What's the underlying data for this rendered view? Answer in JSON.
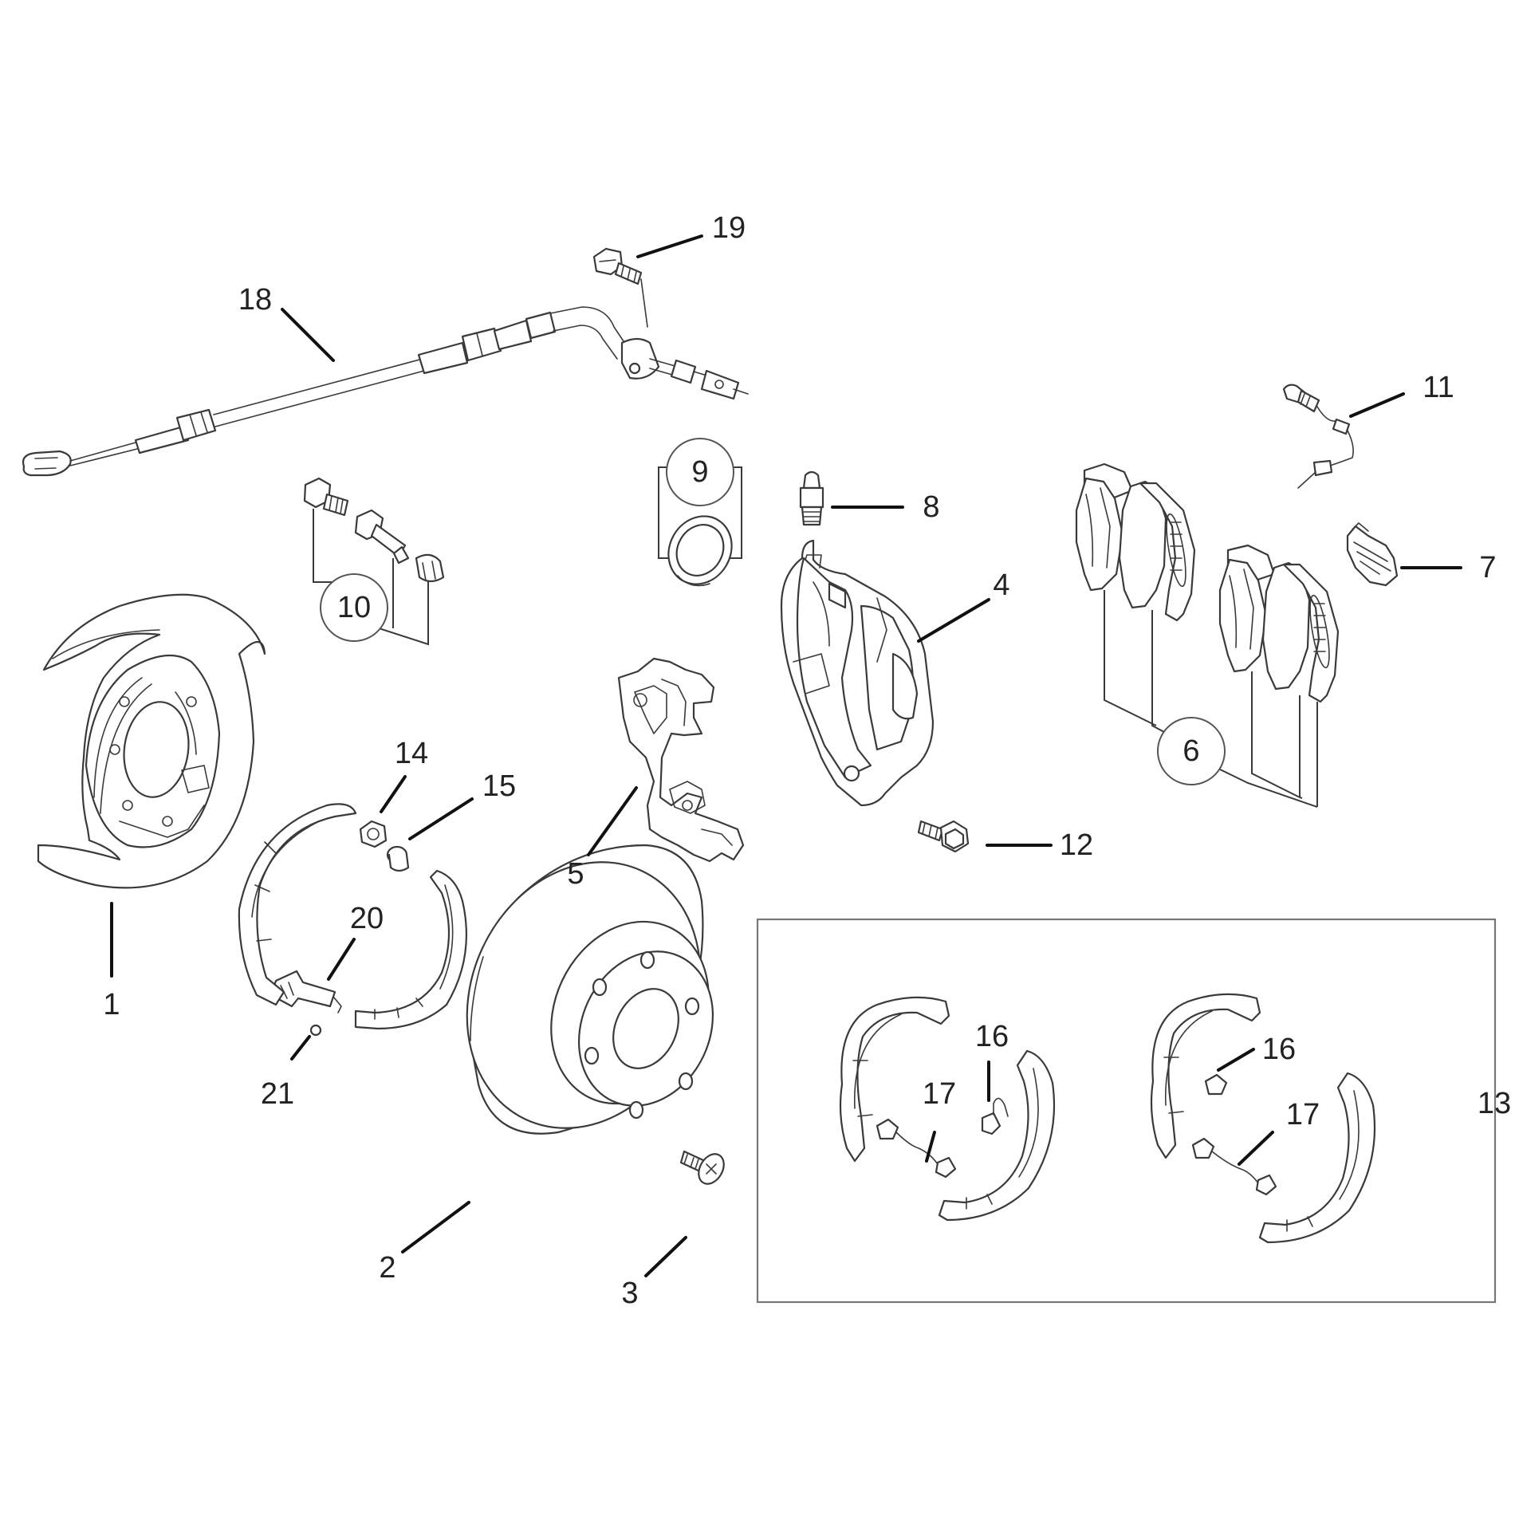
{
  "diagram": {
    "callouts": [
      {
        "id": "c1",
        "label": "1"
      },
      {
        "id": "c2",
        "label": "2"
      },
      {
        "id": "c3",
        "label": "3"
      },
      {
        "id": "c4",
        "label": "4"
      },
      {
        "id": "c5",
        "label": "5"
      },
      {
        "id": "c6",
        "label": "6"
      },
      {
        "id": "c7",
        "label": "7"
      },
      {
        "id": "c8",
        "label": "8"
      },
      {
        "id": "c9",
        "label": "9"
      },
      {
        "id": "c10",
        "label": "10"
      },
      {
        "id": "c11",
        "label": "11"
      },
      {
        "id": "c12",
        "label": "12"
      },
      {
        "id": "c13",
        "label": "13"
      },
      {
        "id": "c14",
        "label": "14"
      },
      {
        "id": "c15",
        "label": "15"
      },
      {
        "id": "c16a",
        "label": "16"
      },
      {
        "id": "c16b",
        "label": "16"
      },
      {
        "id": "c17a",
        "label": "17"
      },
      {
        "id": "c17b",
        "label": "17"
      },
      {
        "id": "c18",
        "label": "18"
      },
      {
        "id": "c19",
        "label": "19"
      },
      {
        "id": "c20",
        "label": "20"
      },
      {
        "id": "c21",
        "label": "21"
      }
    ]
  }
}
